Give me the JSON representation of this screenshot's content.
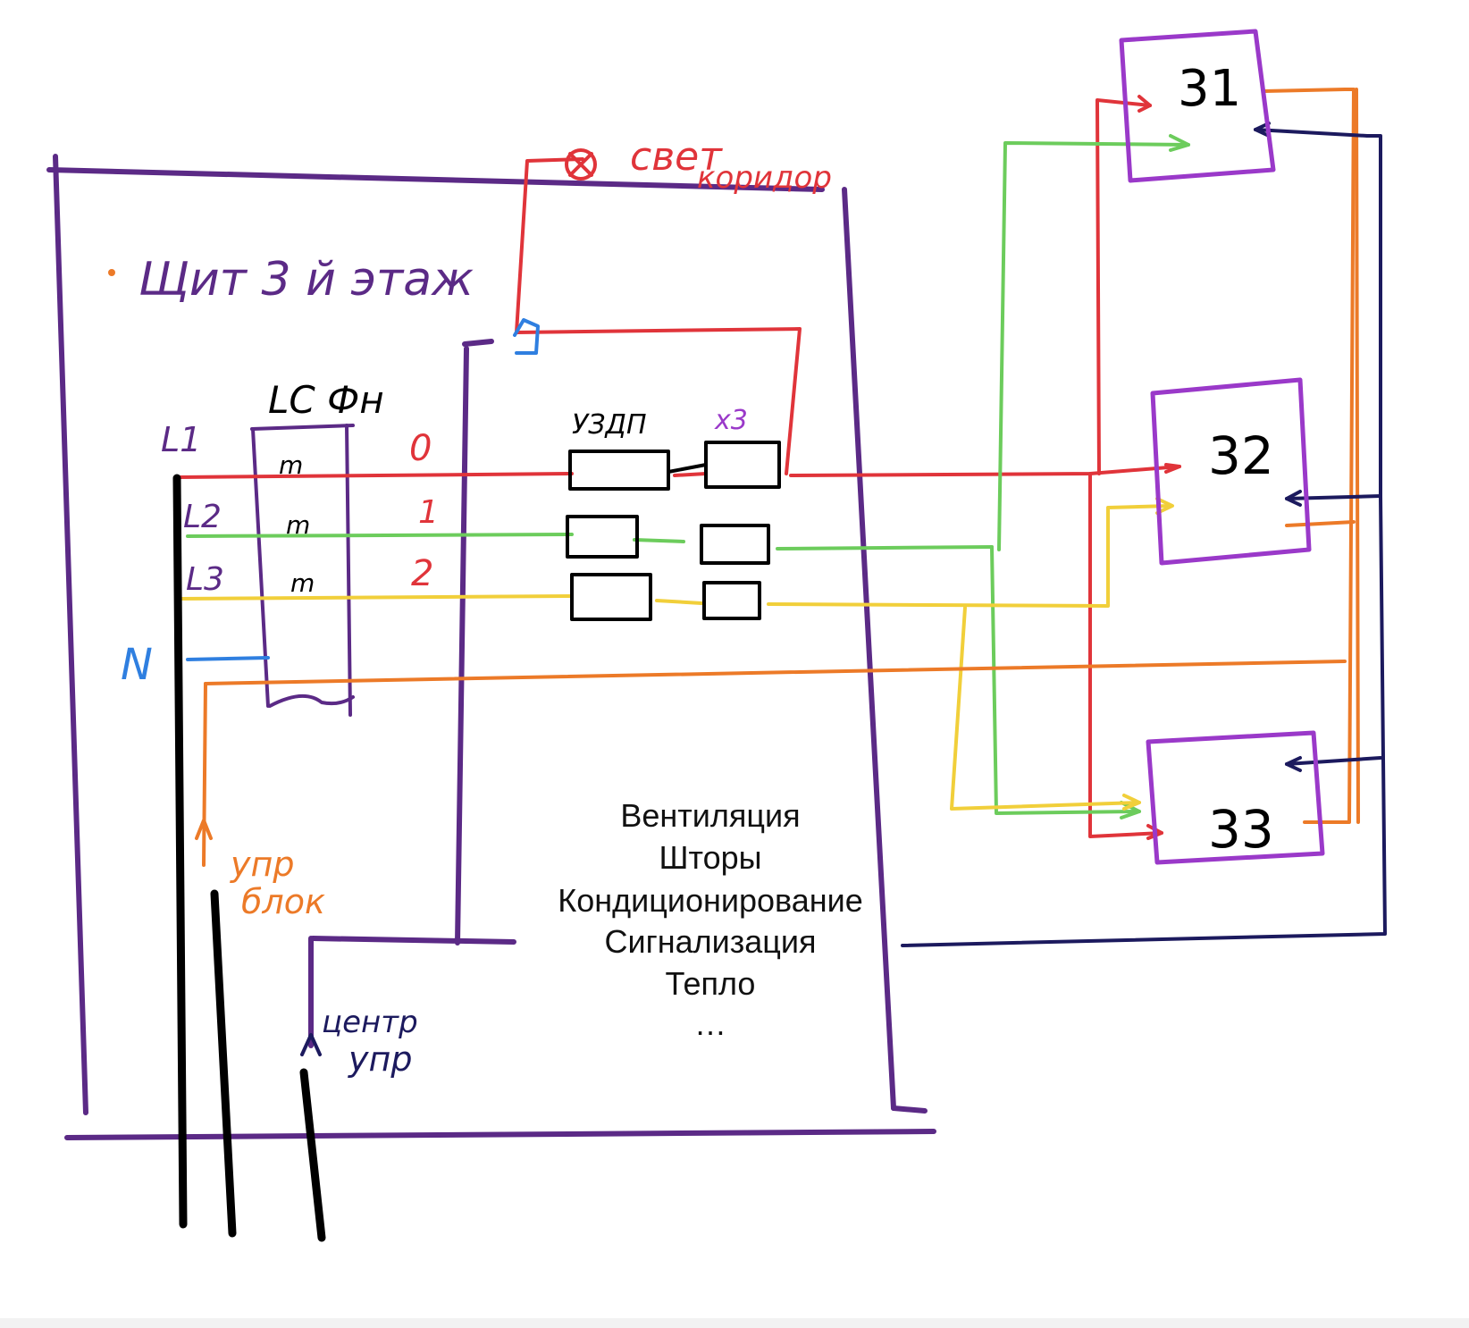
{
  "colors": {
    "frame": "#5b2a86",
    "phase_l1": "#e0343a",
    "phase_l2": "#6ccc5c",
    "phase_l3": "#f1cf3a",
    "neutral": "#2f7fe0",
    "control": "#ec7a28",
    "central_control": "#1c1a5e",
    "cable": "#000000"
  },
  "labels": {
    "panel_title": "Щит 3 й этаж",
    "light_corridor_line1": "свет",
    "light_corridor_line2": "коридор",
    "breaker": "LC Фн",
    "phase_l1": "L1",
    "phase_l2": "L2",
    "phase_l3": "L3",
    "neutral": "N",
    "channel_0": "0",
    "channel_1": "1",
    "channel_2": "2",
    "rcd_header": "УЗДП",
    "x3_header": "x3",
    "breaker_pole_1": "m",
    "breaker_pole_2": "m",
    "breaker_pole_3": "m",
    "ctrl_block_line1": "упр",
    "ctrl_block_line2": "блок",
    "central_ctrl_line1": "центр",
    "central_ctrl_line2": "упр",
    "room_31": "31",
    "room_32": "32",
    "room_33": "33"
  },
  "systems": [
    "Вентиляция",
    "Шторы",
    "Кондиционирование",
    "Сигнализация",
    "Тепло",
    "…"
  ],
  "icons": {
    "lamp": "lamp-icon",
    "switch": "switch-icon"
  }
}
